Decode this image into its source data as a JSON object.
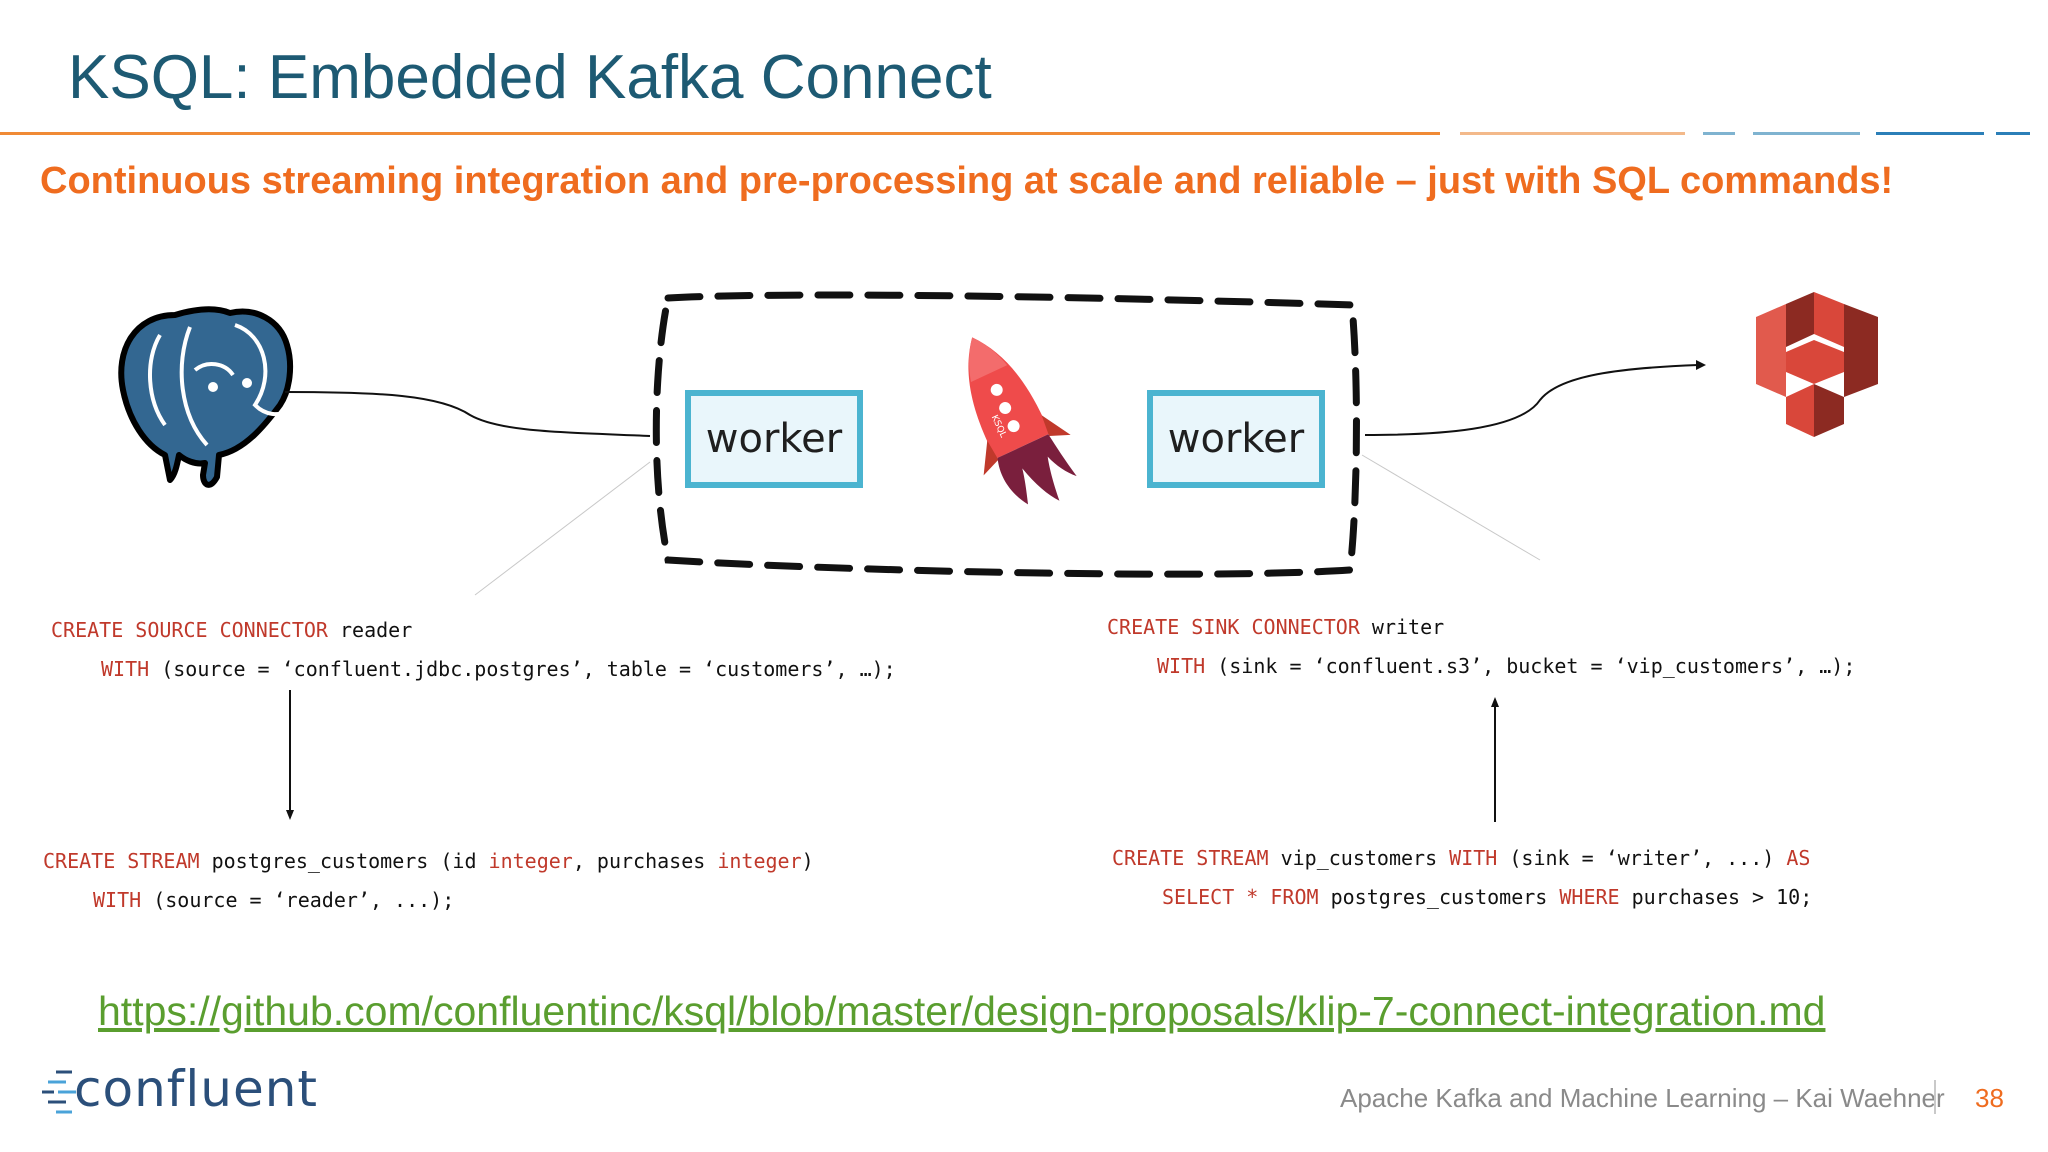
{
  "slide": {
    "title": "KSQL: Embedded Kafka Connect",
    "subtitle": "Continuous streaming integration and pre-processing at scale and reliable – just with SQL commands!",
    "link": "https://github.com/confluentinc/ksql/blob/master/design-proposals/klip-7-connect-integration.md",
    "logo_text": "confluent",
    "footer_text": "Apache Kafka and Machine Learning – Kai Waehner",
    "page_number": "38"
  },
  "diagram": {
    "worker_left": "worker",
    "worker_right": "worker",
    "rocket_text": "KSQL",
    "source_icon": "postgresql-elephant-icon",
    "sink_icon": "amazon-s3-bucket-icon"
  },
  "code": {
    "source_connector": {
      "l1_kw": "CREATE SOURCE CONNECTOR",
      "l1_rest": " reader",
      "l2_kw": "WITH",
      "l2_rest": " (source = ‘confluent.jdbc.postgres’, table = ‘customers’, …);"
    },
    "sink_connector": {
      "l1_kw": "CREATE SINK CONNECTOR",
      "l1_rest": " writer",
      "l2_kw": "WITH",
      "l2_rest": " (sink = ‘confluent.s3’, bucket = ‘vip_customers’, …);"
    },
    "source_stream": {
      "l1_kw": "CREATE STREAM",
      "l1_mid": " postgres_customers (id ",
      "l1_t1": "integer",
      "l1_sep": ", purchases ",
      "l1_t2": "integer",
      "l1_end": ")",
      "l2_kw": "WITH",
      "l2_rest": " (source = ‘reader’, ...);"
    },
    "sink_stream": {
      "l1_kw": "CREATE STREAM",
      "l1_mid": " vip_customers ",
      "l1_with": "WITH",
      "l1_rest": " (sink = ‘writer’, ...) ",
      "l1_as": "AS",
      "l2_select": "SELECT * FROM",
      "l2_mid": " postgres_customers ",
      "l2_where": "WHERE",
      "l2_rest": " purchases > 10;"
    }
  },
  "colors": {
    "title": "#1d5a73",
    "accent_orange": "#ef6c1f",
    "keyword_red": "#c0392b",
    "link_green": "#5a9e2f",
    "worker_border": "#4bb4d0",
    "worker_fill": "#e9f6fb",
    "s3_red": "#d9473a",
    "postgres_blue": "#336791"
  }
}
